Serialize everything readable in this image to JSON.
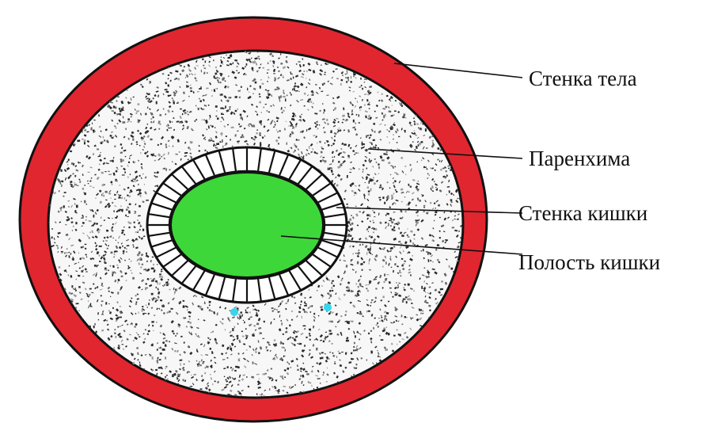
{
  "labels": {
    "body_wall": "Стенка тела",
    "parenchyma": "Паренхима",
    "gut_wall": "Стенка кишки",
    "gut_cavity": "Полость кишки"
  },
  "colors": {
    "body_wall": "#e1262f",
    "parenchyma_bg": "#f7f7f7",
    "parenchyma_speckle": "#2a2a2a",
    "gut_wall_cells": "#ffffff",
    "gut_cavity": "#3ed73a",
    "outline": "#111111",
    "accent_dots": "#35d6ee"
  }
}
